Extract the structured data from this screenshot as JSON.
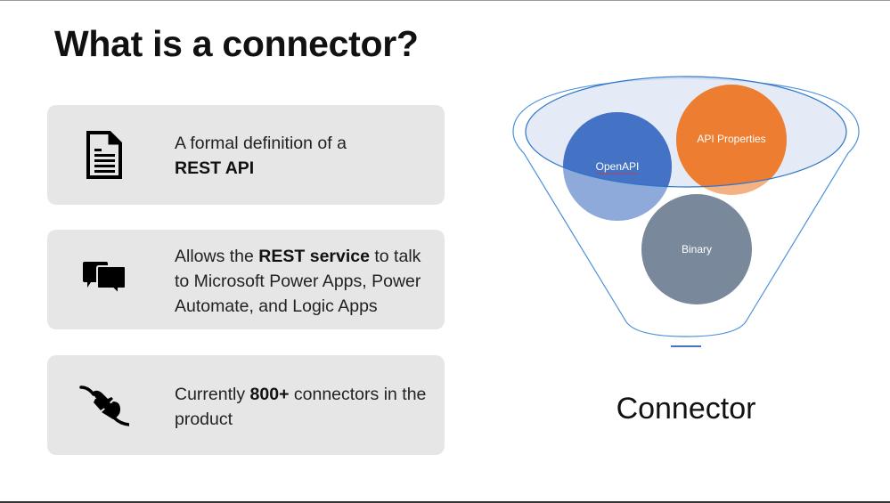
{
  "slide": {
    "title": "What is a connector?"
  },
  "cards": [
    {
      "icon": "document-icon",
      "text_before": "A formal definition of a",
      "bold": "REST API",
      "text_after": ""
    },
    {
      "icon": "chat-bubbles-icon",
      "text_before": "Allows the ",
      "bold": "REST service",
      "text_after": " to talk to Microsoft Power Apps, Power Automate, and Logic Apps"
    },
    {
      "icon": "plug-icon",
      "text_before": "Currently ",
      "bold": "800+",
      "text_after": " connectors in the product"
    }
  ],
  "diagram": {
    "circles": [
      {
        "label": "OpenAPI",
        "color": "#4472c4"
      },
      {
        "label": "API Properties",
        "color": "#ed7d31"
      },
      {
        "label": "Binary",
        "color": "#7a889c"
      }
    ],
    "funnel_color": "#4a90d9",
    "arrow_color": "#4472c4",
    "output_label": "Connector"
  }
}
